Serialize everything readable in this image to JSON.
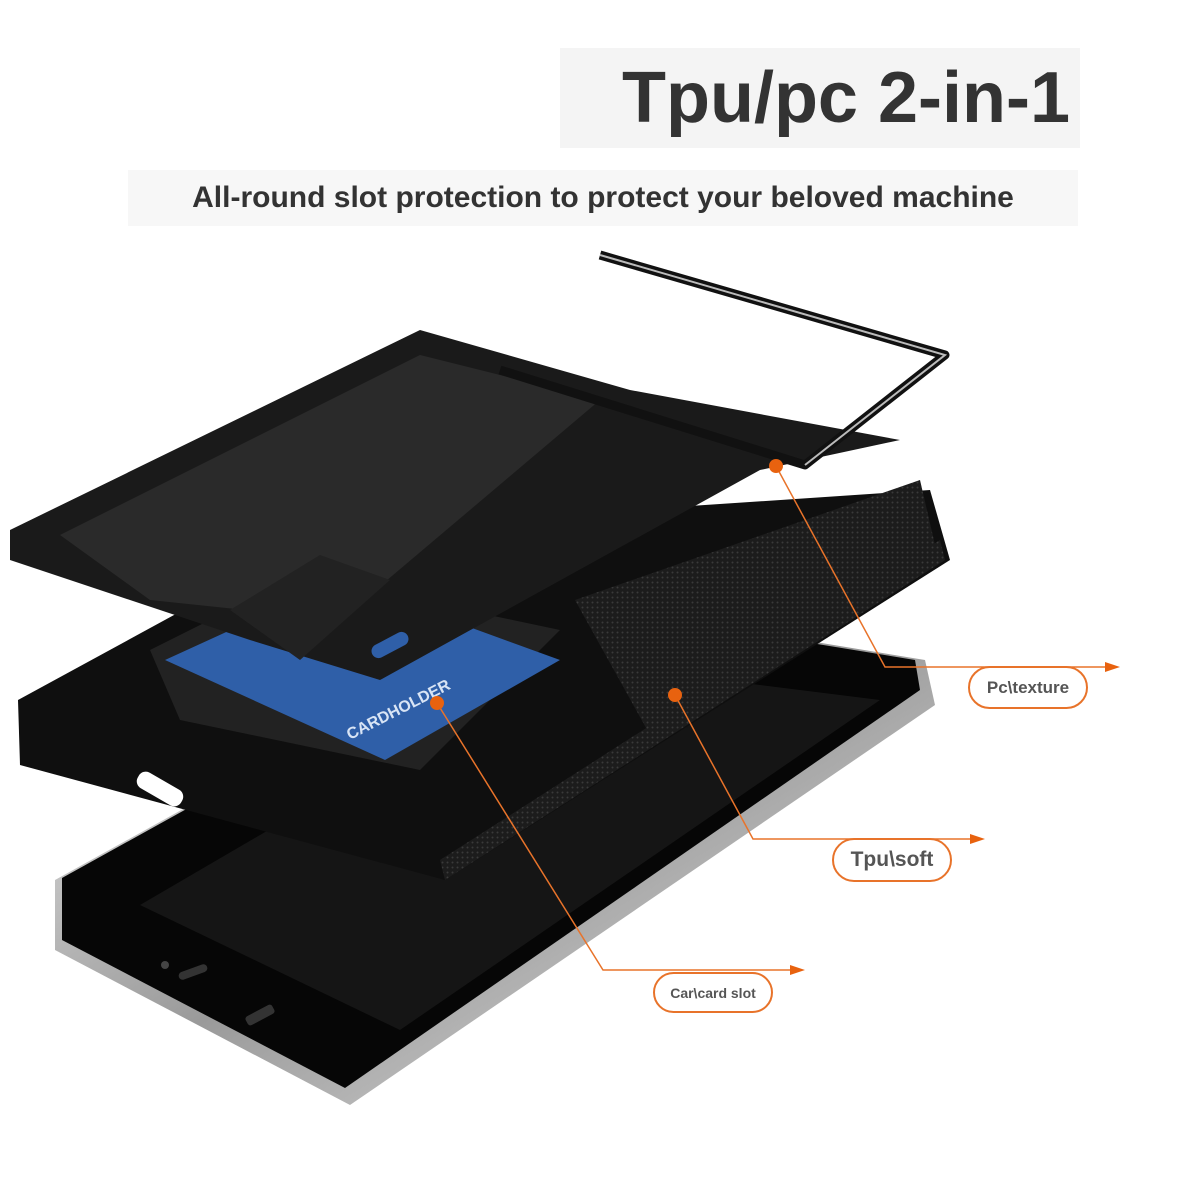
{
  "header": {
    "title": "Tpu/pc 2-in-1",
    "subtitle": "All-round slot protection to protect your beloved machine"
  },
  "product": {
    "card_text": "CARDHOLDER"
  },
  "callouts": [
    {
      "label": "Pc\\texture"
    },
    {
      "label": "Tpu\\soft"
    },
    {
      "label": "Car\\card slot"
    }
  ],
  "colors": {
    "accent": "#e8620f",
    "text": "#333333",
    "case": "#1a1a1a",
    "card": "#2f5fa8"
  }
}
